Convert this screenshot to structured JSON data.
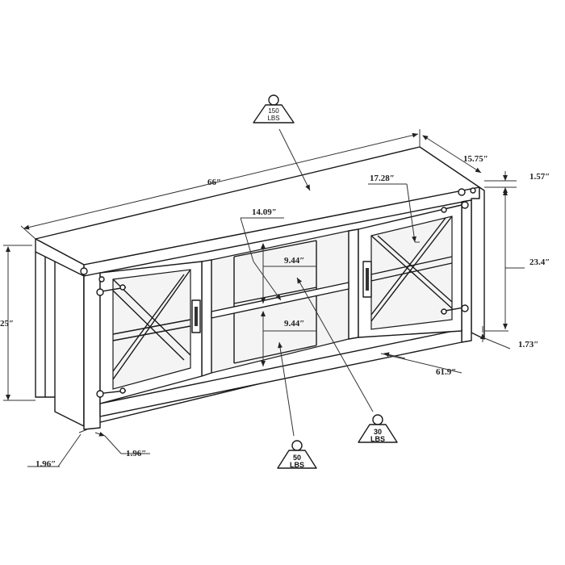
{
  "dimensions": {
    "width": "66″",
    "depth": "15.75″",
    "height": "25″",
    "top_thickness": "1.57″",
    "side_height": "23.4″",
    "door_width": "17.28″",
    "shelf_depth": "14.09″",
    "upper_shelf_height": "9.44″",
    "lower_shelf_height": "9.44″",
    "bottom_clearance": "1.73″",
    "inner_width": "61.9″",
    "leg_width_left": "1.96″",
    "leg_width_right": "1.96″"
  },
  "weights": {
    "top": {
      "value": "150",
      "unit": "LBS"
    },
    "middle_shelf": {
      "value": "30",
      "unit": "LBS"
    },
    "bottom_shelf": {
      "value": "50",
      "unit": "LBS"
    }
  }
}
